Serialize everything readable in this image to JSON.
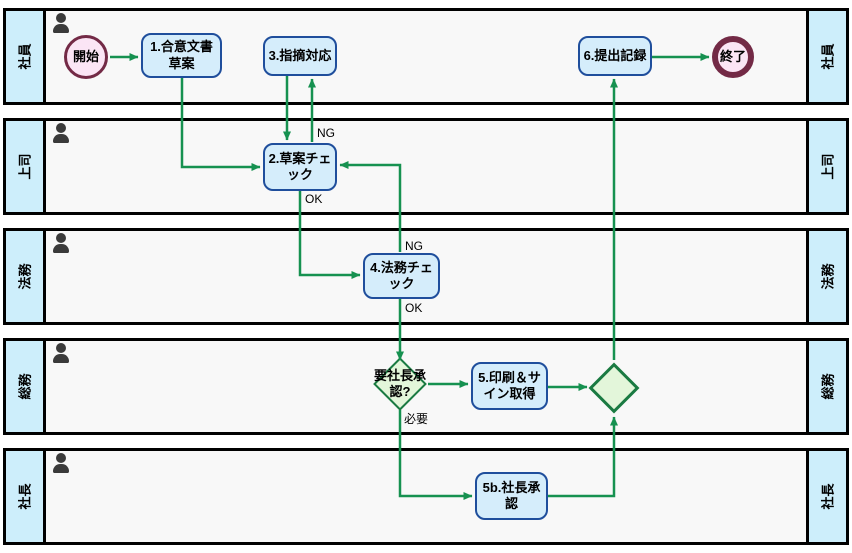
{
  "diagram": {
    "lanes": [
      {
        "label": "社員"
      },
      {
        "label": "上司"
      },
      {
        "label": "法務"
      },
      {
        "label": "総務"
      },
      {
        "label": "社長"
      }
    ],
    "nodes": {
      "start": {
        "type": "start-event",
        "label": "開始"
      },
      "task1": {
        "type": "task",
        "label": "1.合意文書草案"
      },
      "task3": {
        "type": "task",
        "label": "3.指摘対応"
      },
      "task6": {
        "type": "task",
        "label": "6.提出記録"
      },
      "end": {
        "type": "end-event",
        "label": "終了"
      },
      "task2": {
        "type": "task",
        "label": "2.草案チェック"
      },
      "task4": {
        "type": "task",
        "label": "4.法務チェック"
      },
      "decision": {
        "type": "gateway",
        "label": "要社長承認?"
      },
      "task5": {
        "type": "task",
        "label": "5.印刷＆サイン取得"
      },
      "merge": {
        "type": "gateway",
        "label": ""
      },
      "task5b": {
        "type": "task",
        "label": "5b.社長承認"
      }
    },
    "edge_labels": {
      "draft_ng": "NG",
      "draft_ok": "OK",
      "legal_ng": "NG",
      "legal_ok": "OK",
      "need": "必要"
    },
    "colors": {
      "arrow": "#169150",
      "task_fill": "#d5edfb",
      "task_border": "#1f4e9c",
      "event_fill": "#fbe5f5",
      "event_border": "#732a46",
      "gateway_fill": "#e3f6da",
      "gateway_border": "#1a7a42",
      "lane_header": "#cdeefb",
      "lane_body": "#f8f8f8"
    }
  }
}
